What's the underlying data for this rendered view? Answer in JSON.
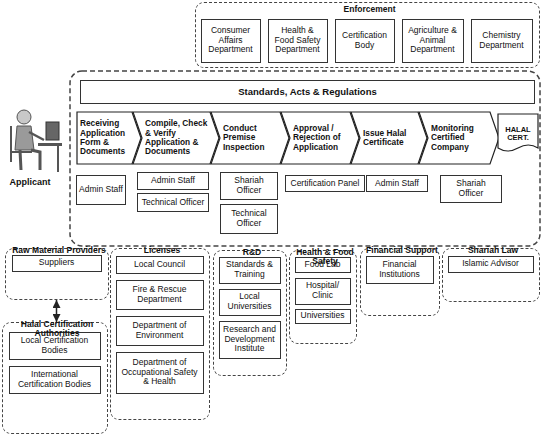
{
  "diagram": {
    "nodes": [
      {
        "text": [
          "Enforcement"
        ]
      },
      {
        "text": [
          "Consumer Affairs Department"
        ],
        "in": 0
      },
      {
        "text": [
          "Health & Food Safety Department"
        ],
        "in": 0
      },
      {
        "text": [
          "Certification Body"
        ],
        "in": 0
      },
      {
        "text": [
          "Agriculture & Animal Department"
        ],
        "in": 0
      },
      {
        "text": [
          "Chemistry Department"
        ],
        "in": 0
      },
      {
        "text": [
          "Standards, Acts & Regulations"
        ]
      },
      {
        "text": [
          "Receiving Application Form & Documents"
        ]
      },
      {
        "text": [
          "Compile, Check & Verify Application & Documents"
        ]
      },
      {
        "text": [
          "Conduct Premise Inspection"
        ]
      },
      {
        "text": [
          "Approval / Rejection of Application"
        ]
      },
      {
        "text": [
          "Issue Halal Certificate"
        ]
      },
      {
        "text": [
          "Monitoring Certified Company"
        ]
      },
      {
        "text": [
          "HALAL CERT."
        ]
      },
      {
        "text": [
          "Admin Staff"
        ]
      },
      {
        "text": [
          "Admin Staff"
        ]
      },
      {
        "text": [
          "Technical Officer"
        ]
      },
      {
        "text": [
          "Shariah Officer"
        ]
      },
      {
        "text": [
          "Technical Officer"
        ]
      },
      {
        "text": [
          "Certification Panel"
        ]
      },
      {
        "text": [
          "Admin Staff"
        ]
      },
      {
        "text": [
          "Shariah Officer"
        ]
      },
      {
        "text": [
          "Raw Material Providers"
        ]
      },
      {
        "text": [
          "Suppliers"
        ],
        "in": 22
      },
      {
        "text": [
          "Licenses"
        ]
      },
      {
        "text": [
          "Local Council"
        ],
        "in": 24
      },
      {
        "text": [
          "Fire & Rescue Department"
        ],
        "in": 24
      },
      {
        "text": [
          "Department of Environment"
        ],
        "in": 24
      },
      {
        "text": [
          "Department of Occupational Safety & Health"
        ],
        "in": 24
      },
      {
        "text": [
          "R&D"
        ]
      },
      {
        "text": [
          "Standards & Training"
        ],
        "in": 29
      },
      {
        "text": [
          "Local Universities"
        ],
        "in": 29
      },
      {
        "text": [
          "Research and Development Institute"
        ],
        "in": 29
      },
      {
        "text": [
          "Health & Food Safety"
        ]
      },
      {
        "text": [
          "Food Lab"
        ],
        "in": 33
      },
      {
        "text": [
          "Hospital/ Clinic"
        ],
        "in": 33
      },
      {
        "text": [
          "Universities"
        ],
        "in": 33
      },
      {
        "text": [
          "Financial Support"
        ]
      },
      {
        "text": [
          "Financial Institutions"
        ],
        "in": 37
      },
      {
        "text": [
          "Shariah Law"
        ]
      },
      {
        "text": [
          "Islamic Advisor"
        ],
        "in": 39
      },
      {
        "text": [
          "Halal Certification Authorities"
        ]
      },
      {
        "text": [
          "Local Certification Bodies"
        ],
        "in": 41
      },
      {
        "text": [
          "International Certification Bodies"
        ],
        "in": 41
      }
    ],
    "edges": [
      {
        "from": 22,
        "to": 41,
        "arrow": "both"
      }
    ],
    "labels": [
      "Applicant"
    ]
  }
}
